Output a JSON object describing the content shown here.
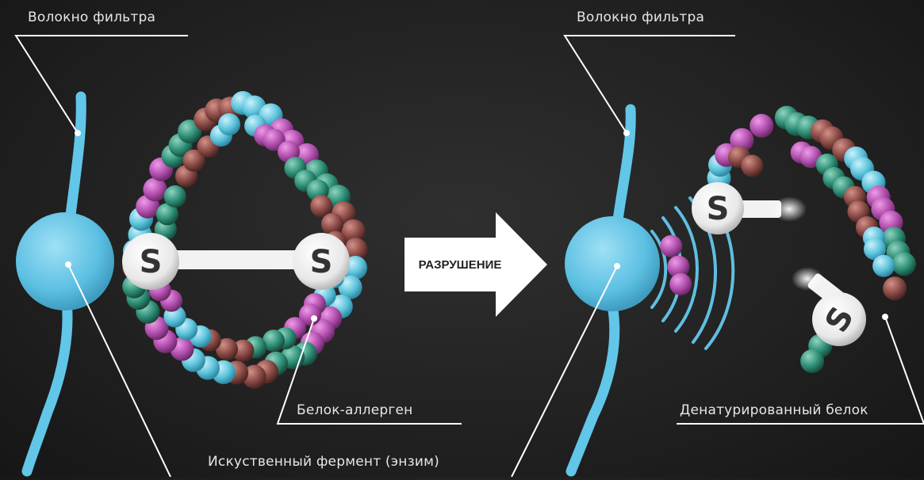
{
  "labels": {
    "fiber_left": "Волокно фильтра",
    "fiber_right": "Волокно фильтра",
    "allergen": "Белок-аллерген",
    "enzyme": "Искуственный фермент (энзим)",
    "denatured": "Денатурированный белок",
    "arrow": "РАЗРУШЕНИЕ",
    "sulfur": "S"
  },
  "colors": {
    "fiber": "#62c6e8",
    "bead_cyan": "#5ec4dc",
    "bead_magenta": "#b14fae",
    "bead_teal": "#2f8f78",
    "bead_brown": "#8a4a45",
    "leader_line": "#ffffff",
    "background": "#222222"
  }
}
